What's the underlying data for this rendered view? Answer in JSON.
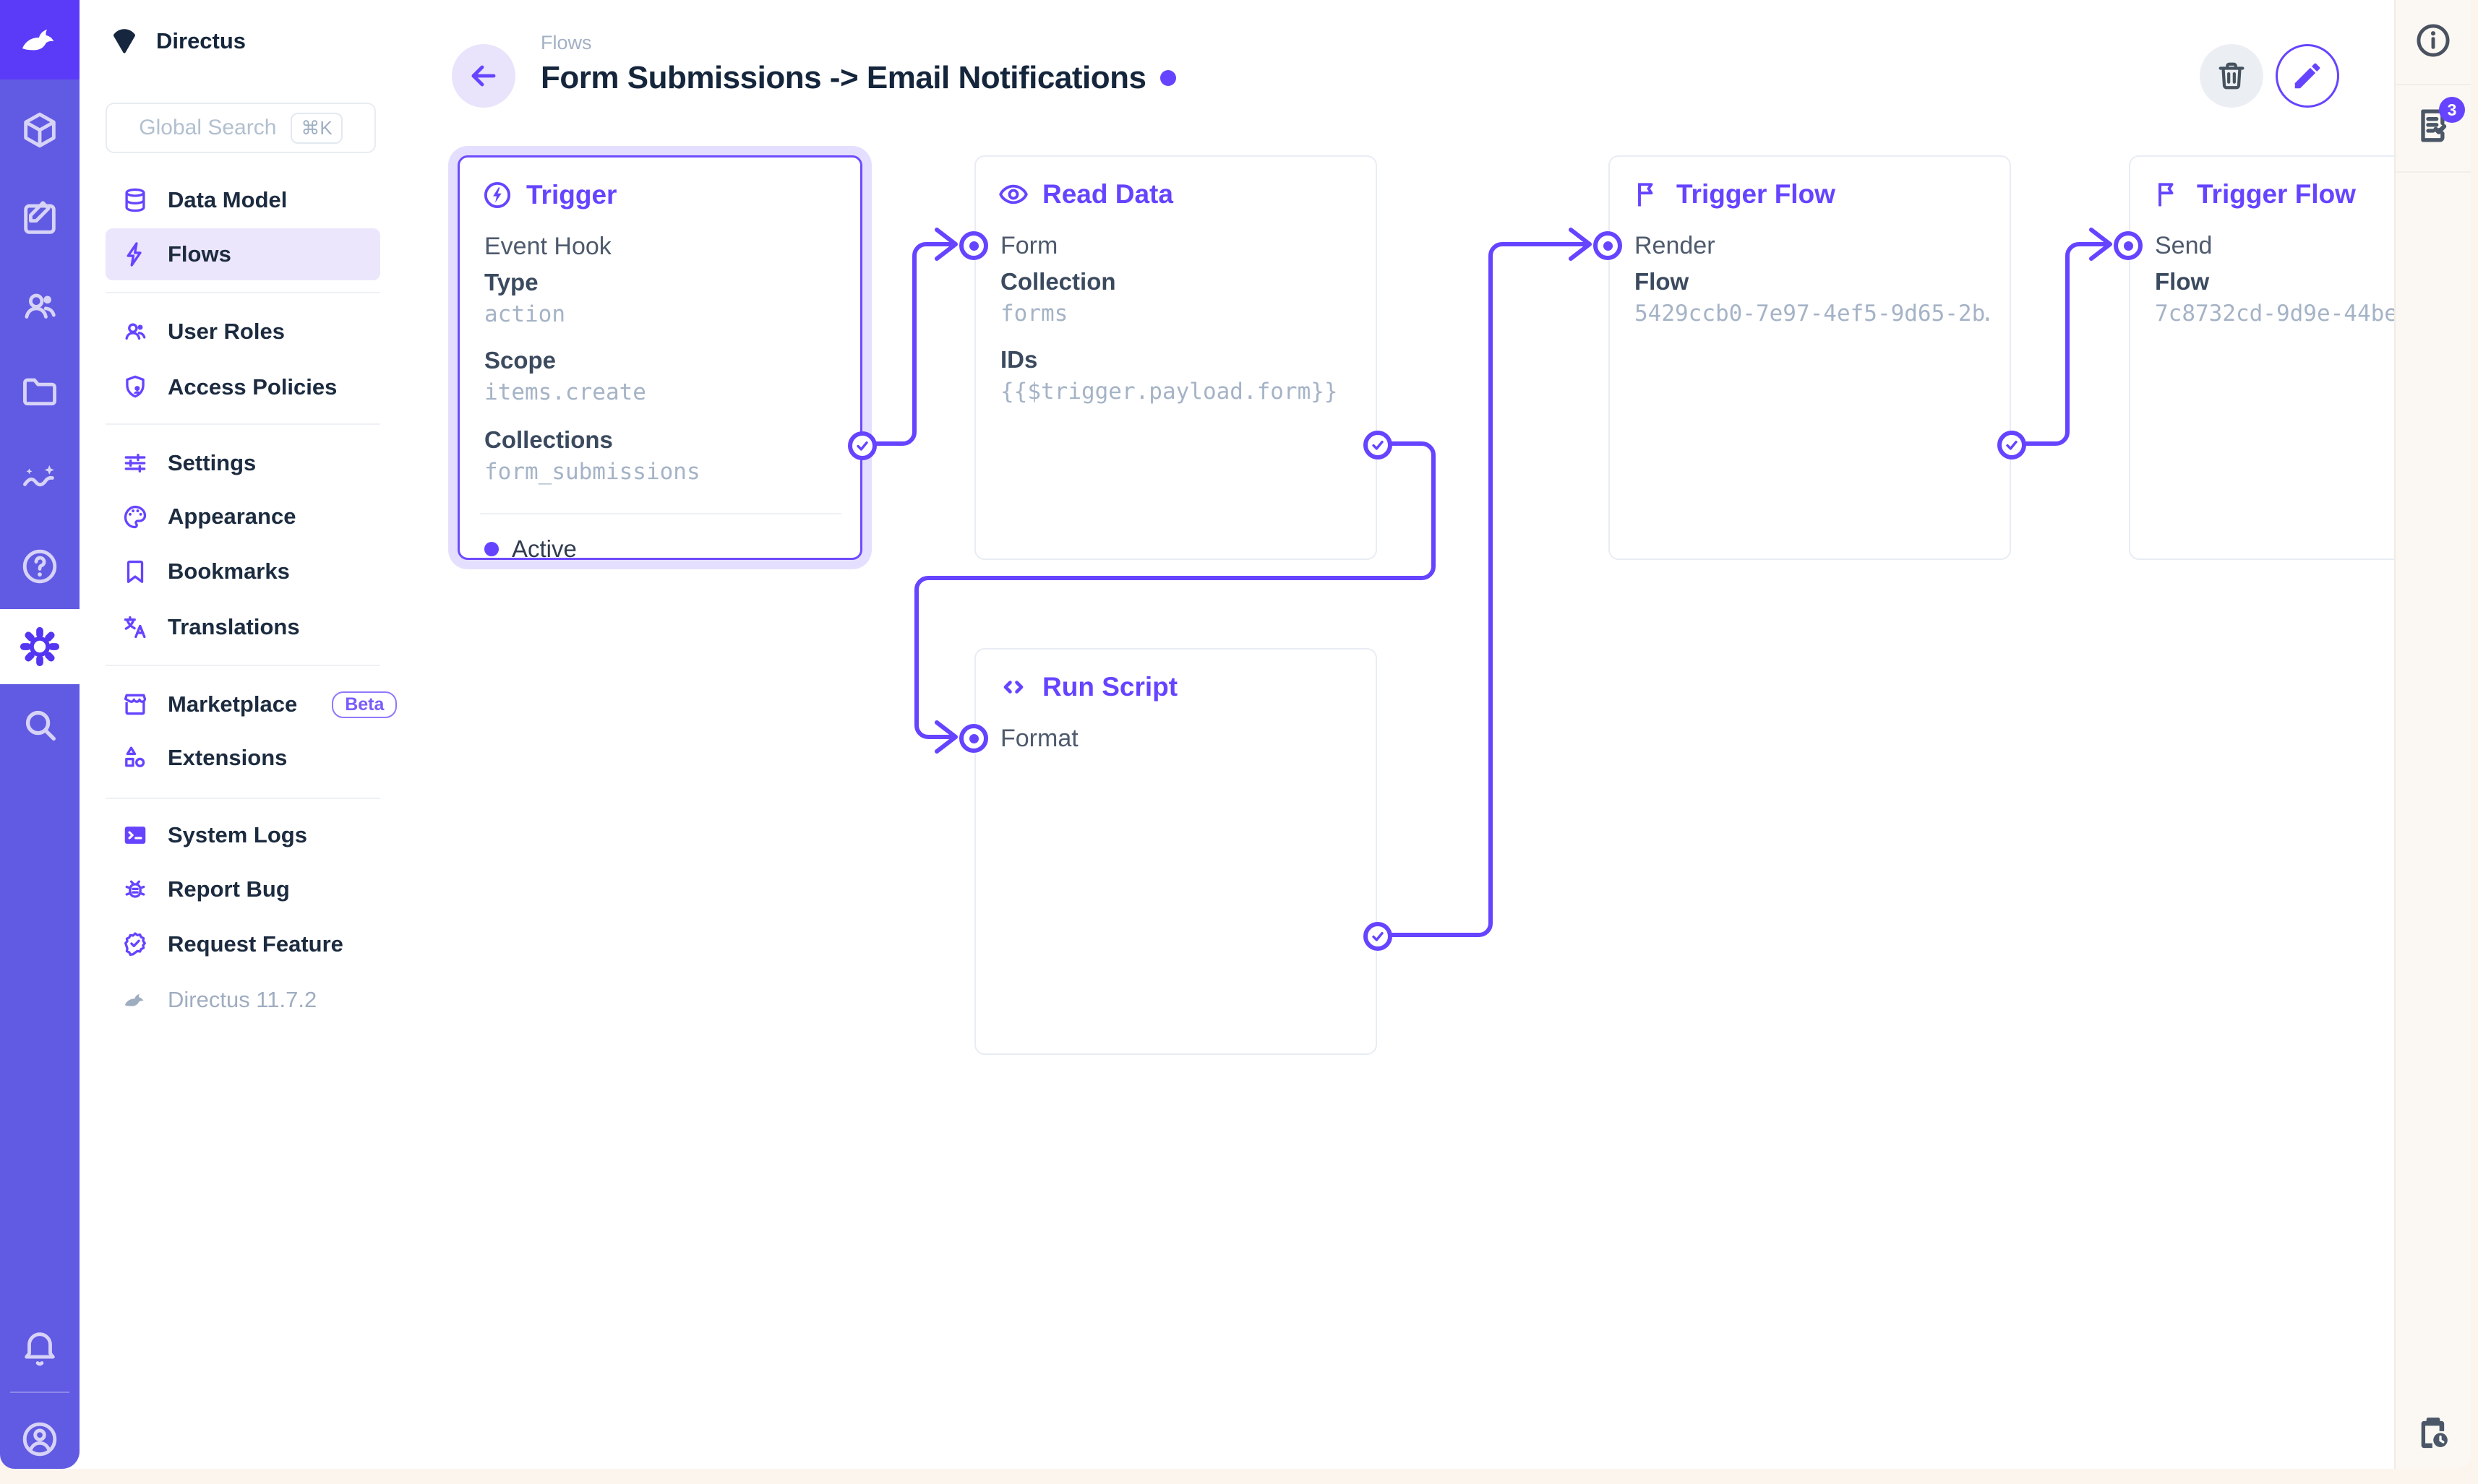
{
  "app": {
    "project_name": "Directus",
    "version": "Directus 11.7.2"
  },
  "search": {
    "placeholder": "Global Search",
    "shortcut": "⌘K"
  },
  "sidebar": {
    "items": [
      {
        "label": "Data Model",
        "icon": "database-icon"
      },
      {
        "label": "Flows",
        "icon": "bolt-icon",
        "active": true
      },
      {
        "label": "User Roles",
        "icon": "users-icon"
      },
      {
        "label": "Access Policies",
        "icon": "shield-user-icon"
      },
      {
        "label": "Settings",
        "icon": "tune-icon"
      },
      {
        "label": "Appearance",
        "icon": "palette-icon"
      },
      {
        "label": "Bookmarks",
        "icon": "bookmark-icon"
      },
      {
        "label": "Translations",
        "icon": "translate-icon"
      },
      {
        "label": "Marketplace",
        "icon": "storefront-icon",
        "badge": "Beta"
      },
      {
        "label": "Extensions",
        "icon": "shapes-icon"
      },
      {
        "label": "System Logs",
        "icon": "terminal-icon"
      },
      {
        "label": "Report Bug",
        "icon": "bug-icon"
      },
      {
        "label": "Request Feature",
        "icon": "seal-check-icon"
      },
      {
        "label": "Directus 11.7.2",
        "icon": "rabbit-icon",
        "muted": true
      }
    ]
  },
  "header": {
    "breadcrumb": "Flows",
    "title": "Form Submissions -> Email Notifications"
  },
  "right_sidebar": {
    "badge_count": "3"
  },
  "nodes": {
    "trigger": {
      "title": "Trigger",
      "subtitle": "Event Hook",
      "fields": [
        {
          "label": "Type",
          "value": "action"
        },
        {
          "label": "Scope",
          "value": "items.create"
        },
        {
          "label": "Collections",
          "value": "form_submissions"
        }
      ],
      "status": "Active"
    },
    "read_data": {
      "title": "Read Data",
      "name": "Form",
      "fields": [
        {
          "label": "Collection",
          "value": "forms"
        },
        {
          "label": "IDs",
          "value": "{{$trigger.payload.form}}"
        }
      ]
    },
    "trigger_flow_render": {
      "title": "Trigger Flow",
      "name": "Render",
      "fields": [
        {
          "label": "Flow",
          "value": "5429ccb0-7e97-4ef5-9d65-2b…"
        }
      ]
    },
    "trigger_flow_send": {
      "title": "Trigger Flow",
      "name": "Send",
      "fields": [
        {
          "label": "Flow",
          "value": "7c8732cd-9d9e-44be"
        }
      ]
    },
    "run_script": {
      "title": "Run Script",
      "name": "Format"
    }
  },
  "colors": {
    "accent": "#6644ff",
    "module_bar": "#615ae3",
    "logo_tile": "#5c3bf8",
    "background": "#fbf5ee",
    "value_text": "#a5b3c6"
  }
}
